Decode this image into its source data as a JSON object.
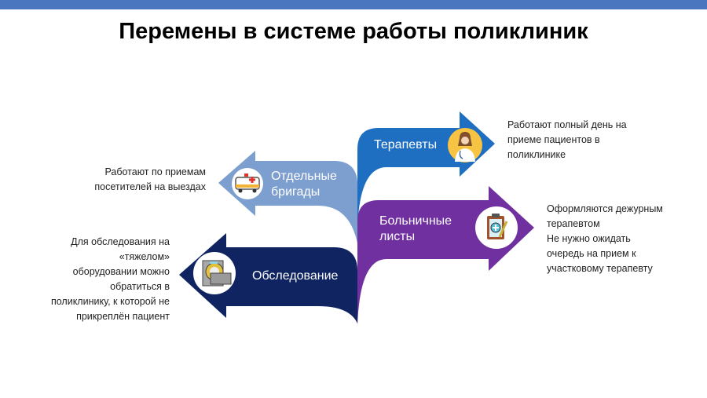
{
  "title": "Перемены в системе работы поликлиник",
  "colors": {
    "terapevty": "#1e6fc2",
    "bolnichnye": "#7030a0",
    "brigady": "#7c9fd0",
    "obsledovanie": "#0f2461",
    "topbar": "#4a76c0"
  },
  "items": [
    {
      "label": "Терапевты",
      "icon": "doctor-icon",
      "description": [
        "Работают полный день на",
        "приеме пациентов в",
        "поликлинике"
      ]
    },
    {
      "label": "Больничные листы",
      "label_lines": [
        "Больничные",
        "листы"
      ],
      "icon": "clipboard-icon",
      "description": [
        "Оформляются дежурным",
        "терапевтом",
        "Не нужно ожидать",
        "очередь на прием к",
        "участковому терапевту"
      ]
    },
    {
      "label": "Отдельные бригады",
      "label_lines": [
        "Отдельные",
        "бригады"
      ],
      "icon": "ambulance-icon",
      "description": [
        "Работают по приемам",
        "посетителей на выездах"
      ]
    },
    {
      "label": "Обследование",
      "icon": "mri-scanner-icon",
      "description": [
        "Для обследования на",
        "«тяжелом»",
        "оборудовании можно",
        "обратиться в",
        "поликлинику,  к которой не",
        "прикреплён пациент"
      ]
    }
  ]
}
